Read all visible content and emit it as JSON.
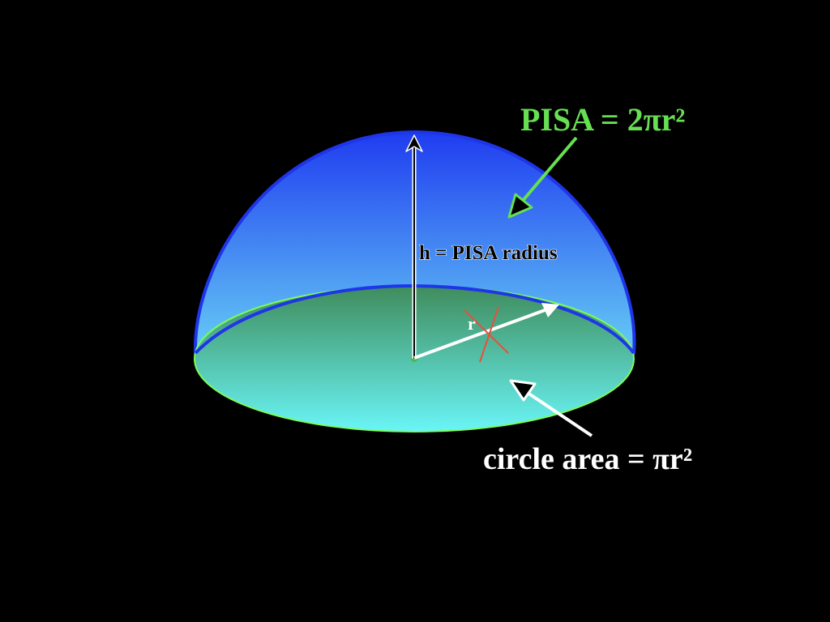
{
  "background_color": "#000000",
  "labels": {
    "pisa_formula": "PISA = 2πr²",
    "height_label": "h = PISA radius",
    "radius_label": "r",
    "circle_formula": "circle area = πr²"
  },
  "colors": {
    "pisa_text": "#66E052",
    "pisa_arrow": "#66E052",
    "circle_text": "#FFFFFF",
    "circle_arrow": "#FFFFFF",
    "dome_top": "#1F3CF0",
    "dome_bottom": "#66CCF5",
    "dome_outline": "#1F35E8",
    "base_top": "#3F8C5C",
    "base_bottom": "#6AF5F7",
    "base_outline": "#7CFC5A",
    "radius_arrow": "#FFFFFF",
    "radius_text": "#FFFFFF",
    "cross_marks": "#E8503A",
    "height_text": "#000000"
  }
}
